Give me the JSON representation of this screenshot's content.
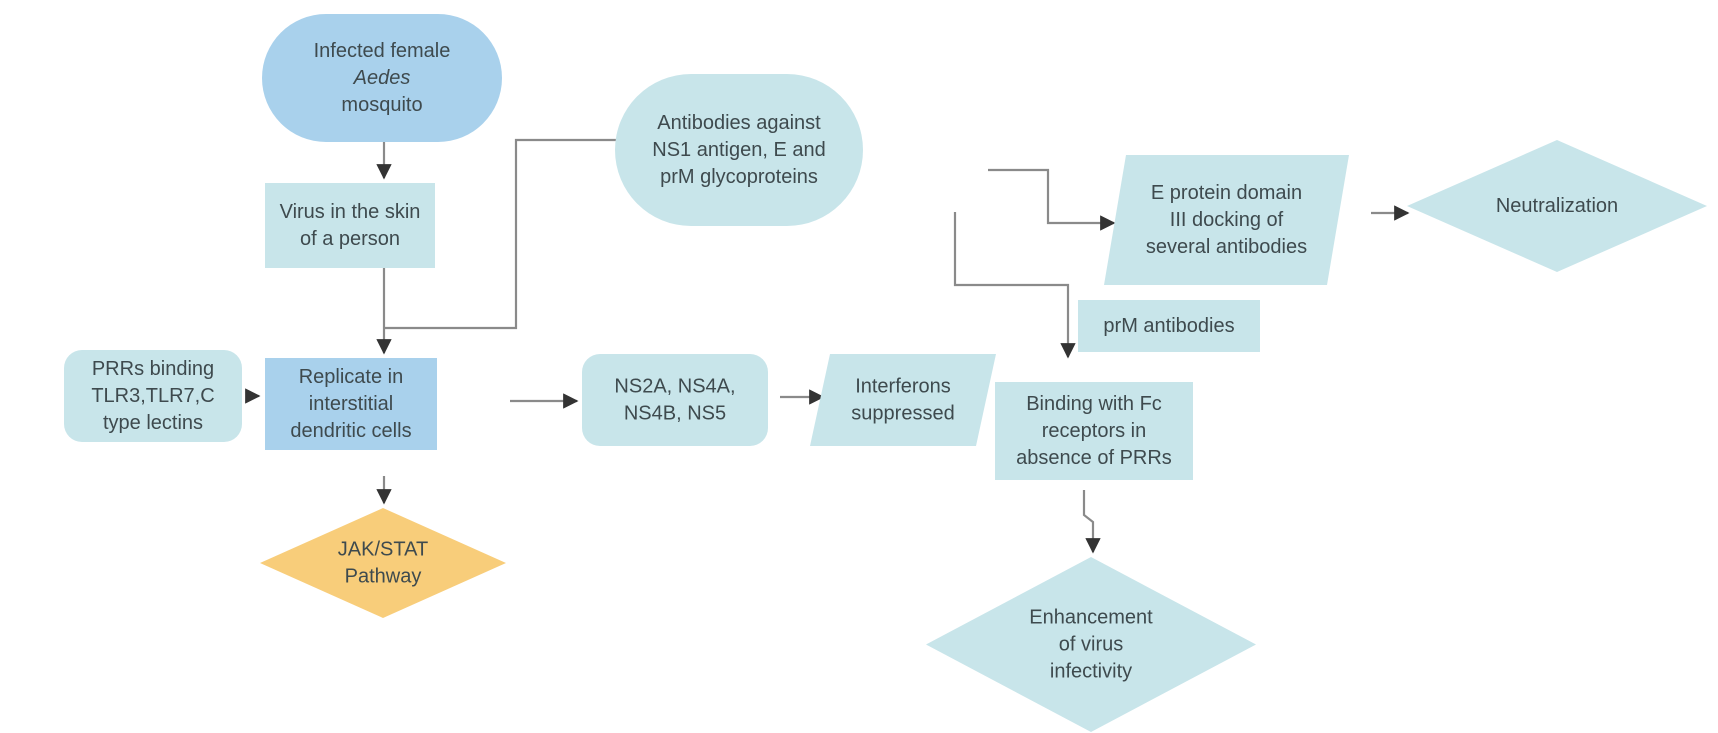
{
  "diagram": {
    "colors": {
      "start": "#a9d1ec",
      "process": "#c8e5ea",
      "highlight": "#a9d1ec",
      "pathway": "#f8cd7a",
      "edge": "#8a8a8a",
      "arrowhead": "#333333",
      "text": "#3e4a4e"
    },
    "nodes": [
      {
        "id": "mosquito",
        "shape": "terminal",
        "fill": "start",
        "lines": [
          "Infected female",
          "Aedes",
          "mosquito"
        ],
        "italic_line": 1
      },
      {
        "id": "skin",
        "shape": "rect",
        "fill": "process",
        "lines": [
          "Virus in the skin",
          "of a person"
        ]
      },
      {
        "id": "prrs",
        "shape": "rounded",
        "fill": "process",
        "lines": [
          "PRRs binding",
          "TLR3,TLR7,C",
          "type lectins"
        ]
      },
      {
        "id": "replicate",
        "shape": "rect",
        "fill": "highlight",
        "lines": [
          "Replicate in",
          "interstitial",
          "dendritic cells"
        ]
      },
      {
        "id": "jakstat",
        "shape": "diamond",
        "fill": "pathway",
        "lines": [
          "JAK/STAT",
          "Pathway"
        ]
      },
      {
        "id": "antibodies",
        "shape": "terminal",
        "fill": "process",
        "lines": [
          "Antibodies against",
          "NS1 antigen, E and",
          "prM glycoproteins"
        ]
      },
      {
        "id": "ns",
        "shape": "rounded",
        "fill": "process",
        "lines": [
          "NS2A, NS4A,",
          "NS4B, NS5"
        ]
      },
      {
        "id": "interferons",
        "shape": "parallelogram",
        "fill": "process",
        "lines": [
          "Interferons",
          "suppressed"
        ]
      },
      {
        "id": "eprotein",
        "shape": "parallelogram",
        "fill": "process",
        "lines": [
          "E protein domain",
          "III docking of",
          "several antibodies"
        ]
      },
      {
        "id": "neutralization",
        "shape": "diamond",
        "fill": "process",
        "lines": [
          "Neutralization"
        ]
      },
      {
        "id": "prm",
        "shape": "rect",
        "fill": "process",
        "lines": [
          "prM antibodies"
        ]
      },
      {
        "id": "fc",
        "shape": "rect",
        "fill": "process",
        "lines": [
          "Binding with Fc",
          "receptors in",
          "absence of PRRs"
        ]
      },
      {
        "id": "enhancement",
        "shape": "diamond",
        "fill": "process",
        "lines": [
          "Enhancement",
          "of virus",
          "infectivity"
        ]
      }
    ],
    "edges": [
      {
        "from": "mosquito",
        "to": "skin"
      },
      {
        "from": "skin",
        "to": "replicate"
      },
      {
        "from": "skin",
        "to": "antibodies"
      },
      {
        "from": "prrs",
        "to": "replicate"
      },
      {
        "from": "replicate",
        "to": "jakstat"
      },
      {
        "from": "replicate",
        "to": "ns"
      },
      {
        "from": "ns",
        "to": "interferons"
      },
      {
        "from": "antibodies",
        "to": "eprotein"
      },
      {
        "from": "antibodies",
        "to": "fc",
        "via": "prm"
      },
      {
        "from": "eprotein",
        "to": "neutralization"
      },
      {
        "from": "fc",
        "to": "enhancement"
      }
    ]
  }
}
